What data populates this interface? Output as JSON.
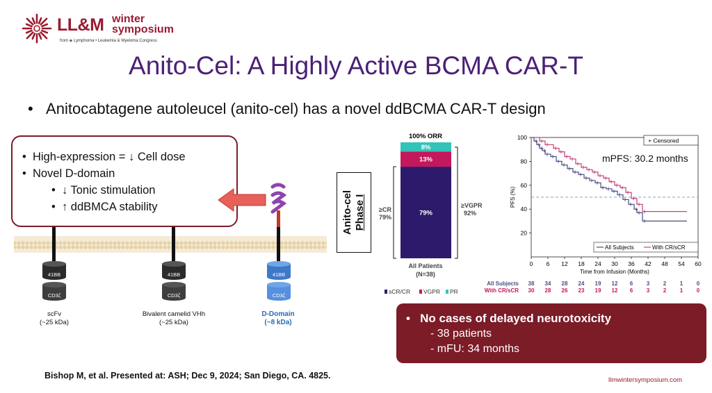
{
  "logo": {
    "brand": "LL&M",
    "line1": "winter",
    "line2": "symposium",
    "sub": "from ◈ Lymphoma • Leukemia & Myeloma Congress"
  },
  "title": "Anito-Cel: A Highly Active BCMA CAR-T",
  "main_bullet": "Anitocabtagene autoleucel (anito-cel) has a novel ddBCMA CAR-T design",
  "callout": {
    "b1": "High-expression = ↓ Cell dose",
    "b2": "Novel D-domain",
    "s1": "↓ Tonic stimulation",
    "s2": "↑ ddBMCA stability"
  },
  "constructs": [
    {
      "c1": "41BB",
      "c2": "CD3ζ",
      "name": "scFv",
      "size": "(~25 kDa)"
    },
    {
      "c1": "41BB",
      "c2": "CD3ζ",
      "name": "Bivalent camelid VHh",
      "size": "(~25 kDa)"
    },
    {
      "c1": "41BB",
      "c2": "CD3ζ",
      "name": "D-Domain",
      "size": "(~8 kDa)"
    }
  ],
  "phase_label": {
    "l1": "Anito-cel",
    "l2": "Phase I"
  },
  "response": {
    "top": "100% ORR",
    "segments": [
      {
        "name": "PR",
        "pct": 8,
        "label": "8%",
        "color": "#34c3b8"
      },
      {
        "name": "VGPR",
        "pct": 13,
        "label": "13%",
        "color": "#c4185c"
      },
      {
        "name": "sCR/CR",
        "pct": 79,
        "label": "79%",
        "color": "#2e1a6b"
      }
    ],
    "left_l1": "≥CR",
    "left_l2": "79%",
    "right_l1": "≥VGPR",
    "right_l2": "92%",
    "x1": "All Patients",
    "x2": "(N=38)",
    "legend": [
      "sCR/CR",
      "VGPR",
      "PR"
    ]
  },
  "chart_data": {
    "type": "line",
    "xlabel": "Time from Infusion (Months)",
    "ylabel": "PFS (%)",
    "xlim": [
      0,
      60
    ],
    "ylim": [
      0,
      100
    ],
    "xticks": [
      0,
      6,
      12,
      18,
      24,
      30,
      36,
      42,
      48,
      54,
      60
    ],
    "yticks": [
      20,
      40,
      60,
      80,
      100
    ],
    "censored_label": "+ Censored",
    "annotation": "mPFS: 30.2 months",
    "reference_line_y": 50,
    "series": [
      {
        "name": "All Subjects",
        "color": "#4a4e86",
        "x": [
          0,
          1,
          2,
          3,
          4,
          5,
          7,
          9,
          11,
          13,
          15,
          17,
          19,
          21,
          23,
          25,
          27,
          29,
          31,
          33,
          35,
          37,
          38,
          40,
          56
        ],
        "y": [
          100,
          97,
          94,
          91,
          89,
          86,
          84,
          80,
          77,
          74,
          71,
          69,
          66,
          64,
          62,
          58,
          57,
          55,
          52,
          48,
          44,
          40,
          37,
          30,
          30
        ]
      },
      {
        "name": "With CR/sCR",
        "color": "#c4407a",
        "x": [
          0,
          3,
          5,
          8,
          10,
          12,
          14,
          16,
          18,
          20,
          22,
          24,
          26,
          28,
          30,
          32,
          34,
          36,
          38,
          40,
          56
        ],
        "y": [
          100,
          97,
          94,
          91,
          88,
          84,
          82,
          78,
          75,
          73,
          71,
          68,
          66,
          63,
          60,
          58,
          54,
          49,
          44,
          38,
          38
        ]
      }
    ],
    "at_risk": {
      "x": [
        0,
        6,
        12,
        18,
        24,
        30,
        36,
        42,
        48,
        54,
        60
      ],
      "rows": [
        {
          "label": "All Subjects",
          "values": [
            38,
            34,
            28,
            24,
            19,
            12,
            6,
            3,
            2,
            1,
            0
          ]
        },
        {
          "label": "With CR/sCR",
          "values": [
            30,
            28,
            26,
            23,
            19,
            12,
            6,
            3,
            2,
            1,
            0
          ]
        }
      ]
    }
  },
  "neuro_box": {
    "title": "No cases of delayed neurotoxicity",
    "l1": "- 38 patients",
    "l2": "- mFU: 34 months"
  },
  "citation": "Bishop M, et al. Presented at: ASH; Dec 9, 2024; San Diego, CA. 4825.",
  "footer_url": "llmwintersymposium.com",
  "colors": {
    "title": "#4b2076",
    "brand_red": "#9b1b30",
    "callout_border": "#7a1c2a",
    "box_fill": "#7b1c27"
  }
}
